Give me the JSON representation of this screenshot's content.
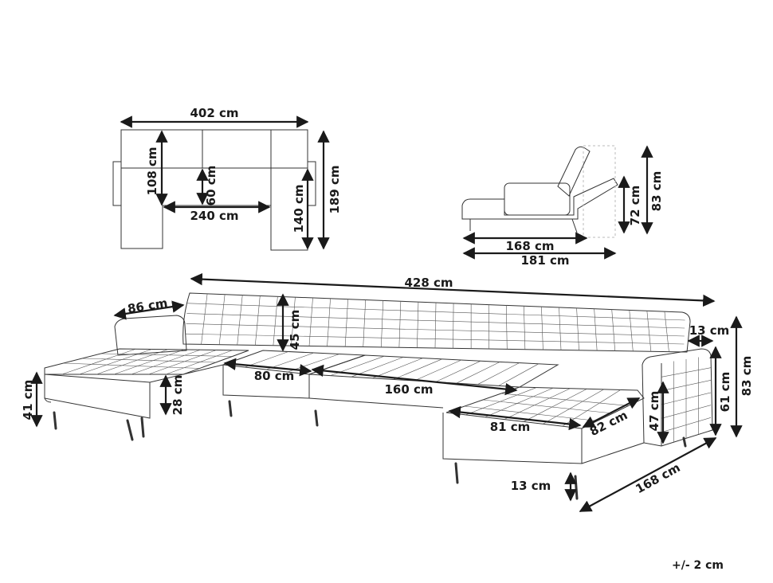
{
  "top_view": {
    "overall_width": "402 cm",
    "chaise_depth": "108 cm",
    "seat_depth": "60 cm",
    "inner_width": "240 cm",
    "inner_depth": "140 cm",
    "overall_depth": "189 cm"
  },
  "side_view": {
    "height_seat": "72 cm",
    "height_overall": "83 cm",
    "bed_length": "168 cm",
    "bed_overall": "181 cm"
  },
  "main_view": {
    "total_width": "428 cm",
    "chaise_width_left": "86 cm",
    "back_height": "45 cm",
    "armrest_width": "13 cm",
    "seat_height_left": "41 cm",
    "chaise_seat_thick": "28 cm",
    "module_80": "80 cm",
    "module_160": "160 cm",
    "chaise_width_right": "81 cm",
    "chaise_depth_right": "82 cm",
    "arm_height": "47 cm",
    "arm_total": "61 cm",
    "total_height": "83 cm",
    "leg_height": "13 cm",
    "chaise_length": "168 cm"
  },
  "tolerance": "+/- 2 cm"
}
